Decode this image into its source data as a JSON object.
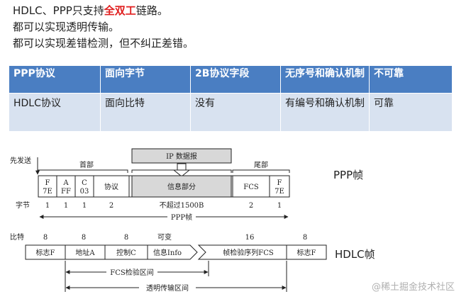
{
  "text_lines": [
    {
      "pre": "HDLC、PPP只支持",
      "hl": "全双工",
      "post": "链路。"
    },
    {
      "pre": "都可以实现透明传输。",
      "hl": "",
      "post": ""
    },
    {
      "pre": "都可以实现差错检测，但不纠正差错。",
      "hl": "",
      "post": ""
    }
  ],
  "table": {
    "header": [
      "PPP协议",
      "面向字节",
      "2B协议字段",
      "无序号和确认机制",
      "不可靠"
    ],
    "row": [
      "HDLC协议",
      "面向比特",
      "没有",
      "有编号和确认机制",
      "可靠"
    ]
  },
  "ppp": {
    "sender_label": "先发送",
    "ip_label": "IP 数据报",
    "header_label": "首部",
    "trailer_label": "尾部",
    "fields": [
      "F\n7E",
      "A\nFF",
      "C\n03",
      "协议",
      "信息部分",
      "FCS",
      "F\n7E"
    ],
    "bytes_label": "字节",
    "bytes": [
      "1",
      "1",
      "1",
      "2",
      "不超过1500B",
      "2",
      "1"
    ],
    "frame_caption": "PPP帧",
    "title": "PPP帧"
  },
  "hdlc": {
    "bits_label": "比特",
    "bits": [
      "8",
      "8",
      "8",
      "可变",
      "16",
      "8"
    ],
    "fields": [
      "标志F",
      "地址A",
      "控制C",
      "信息Info",
      "帧检验序列FCS",
      "标志F"
    ],
    "fcs_range": "FCS检验区间",
    "transparent_range": "透明传输区间",
    "title": "HDLC帧"
  },
  "watermark": "@稀土掘金技术社区"
}
